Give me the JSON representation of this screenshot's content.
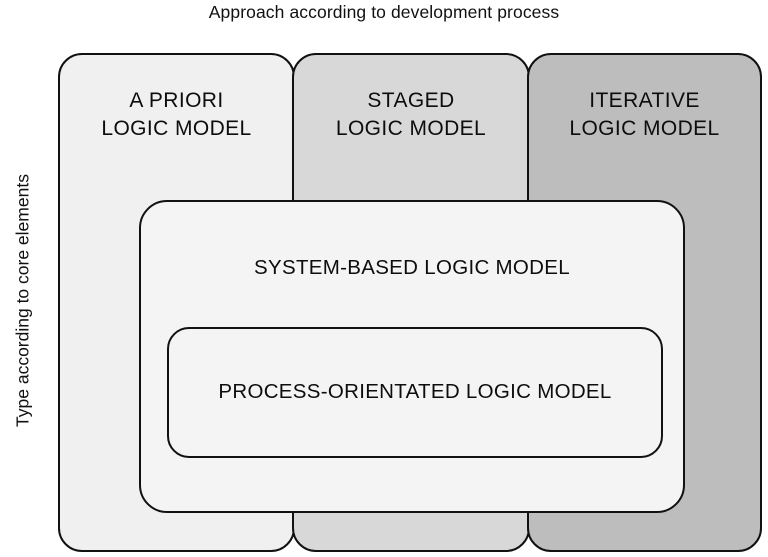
{
  "axes": {
    "top_caption": "Approach according to development process",
    "left_caption": "Type according to core elements"
  },
  "columns": [
    {
      "id": "apriori",
      "line1": "A PRIORI",
      "line2": "LOGIC MODEL",
      "fill": "#f0f0f0"
    },
    {
      "id": "staged",
      "line1": "STAGED",
      "line2": "LOGIC MODEL",
      "fill": "#d8d8d8"
    },
    {
      "id": "iterative",
      "line1": "ITERATIVE",
      "line2": "LOGIC MODEL",
      "fill": "#bdbdbd"
    }
  ],
  "nested_boxes": [
    {
      "id": "system",
      "label": "SYSTEM-BASED LOGIC MODEL",
      "fill": "#f4f4f4"
    },
    {
      "id": "process",
      "label": "PROCESS-ORIENTATED LOGIC MODEL",
      "fill": "#f4f4f4"
    }
  ],
  "style": {
    "stroke": "#111111",
    "text_color": "#0d0d0d",
    "background": "#ffffff"
  }
}
